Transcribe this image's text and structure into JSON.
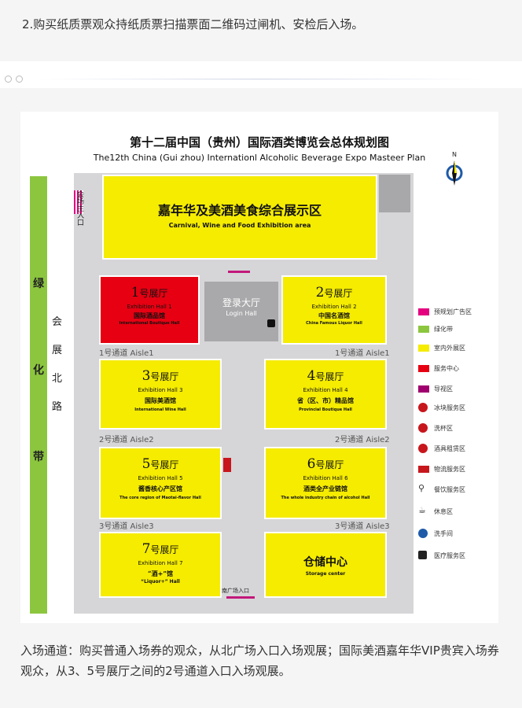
{
  "top_text": "2.购买纸质票观众持纸质票扫描票面二维码过闸机、安检后入场。",
  "bottom_text": "入场通道：购买普通入场券的观众，从北广场入口入场观展；国际美酒嘉年华VIP贵宾入场券观众，从3、5号展厅之间的2号通道入口入场观展。",
  "map": {
    "title_cn": "第十二届中国（贵州）国际酒类博览会总体规划图",
    "title_en": "The12th China (Gui zhou) Internationl Alcoholic Beverage Expo Masteer Plan",
    "north": "N",
    "green_belt": [
      "绿",
      "化",
      "带"
    ],
    "north_road": [
      "会",
      "展",
      "北",
      "路"
    ],
    "entrance_label": "会场主入口",
    "carnival_cn": "嘉年华及美酒美食综合展示区",
    "carnival_en": "Carnival, Wine and Food Exhibition area",
    "login_cn": "登录大厅",
    "login_en": "Login Hall",
    "halls": [
      {
        "num": "1",
        "cn_tail": "号展厅",
        "en": "Exhibition Hall 1",
        "sub": "国际酒品馆",
        "sub_en": "International Boutique Hall"
      },
      {
        "num": "2",
        "cn_tail": "号展厅",
        "en": "Exhibition Hall 2",
        "sub": "中国名酒馆",
        "sub_en": "China Famous Liquor Hall"
      },
      {
        "num": "3",
        "cn_tail": "号展厅",
        "en": "Exhibition Hall 3",
        "sub": "国际美酒馆",
        "sub_en": "International Wine Hall"
      },
      {
        "num": "4",
        "cn_tail": "号展厅",
        "en": "Exhibition Hall 4",
        "sub": "省（区、市）精品馆",
        "sub_en": "Provincial Boutique Hall"
      },
      {
        "num": "5",
        "cn_tail": "号展厅",
        "en": "Exhibition Hall 5",
        "sub": "酱香核心产区馆",
        "sub_en": "The core region of Maotai-flavor Hall"
      },
      {
        "num": "6",
        "cn_tail": "号展厅",
        "en": "Exhibition Hall 6",
        "sub": "酒类全产业链馆",
        "sub_en": "The whole industry chain of alcohol Hall"
      },
      {
        "num": "7",
        "cn_tail": "号展厅",
        "en": "Exhibition Hall 7",
        "sub": "“酒+”馆",
        "sub_en": "“Liquor+” Hall"
      }
    ],
    "storage_cn": "仓储中心",
    "storage_en": "Storage center",
    "south_entrance": "南广场入口",
    "aisles": [
      {
        "left": "1号通道 Aisle1",
        "right": "1号通道 Aisle1"
      },
      {
        "left": "2号通道 Aisle2",
        "right": "2号通道 Aisle2"
      },
      {
        "left": "3号通道 Aisle3",
        "right": "3号通道 Aisle3"
      }
    ],
    "legend": [
      {
        "label": "预规划广告区",
        "color": "#e4007f",
        "kind": "swatch"
      },
      {
        "label": "绿化带",
        "color": "#8cc63f",
        "kind": "swatch"
      },
      {
        "label": "室内外展区",
        "color": "#f5ec00",
        "kind": "swatch"
      },
      {
        "label": "服务中心",
        "color": "#e60012",
        "kind": "swatch"
      },
      {
        "label": "导视区",
        "color": "#a0006e",
        "kind": "swatch"
      },
      {
        "label": "冰块服务区",
        "color": "#c8161d",
        "kind": "circle"
      },
      {
        "label": "洗杯区",
        "color": "#c8161d",
        "kind": "circle"
      },
      {
        "label": "酒具租赁区",
        "color": "#c8161d",
        "kind": "circle"
      },
      {
        "label": "物流服务区",
        "color": "#c8161d",
        "kind": "swatch"
      },
      {
        "label": "餐饮服务区",
        "color": "#333333",
        "kind": "icon"
      },
      {
        "label": "休息区",
        "color": "#333333",
        "kind": "icon"
      },
      {
        "label": "洗手间",
        "color": "#1e5aa8",
        "kind": "circle"
      },
      {
        "label": "医疗服务区",
        "color": "#333333",
        "kind": "icon"
      }
    ]
  }
}
